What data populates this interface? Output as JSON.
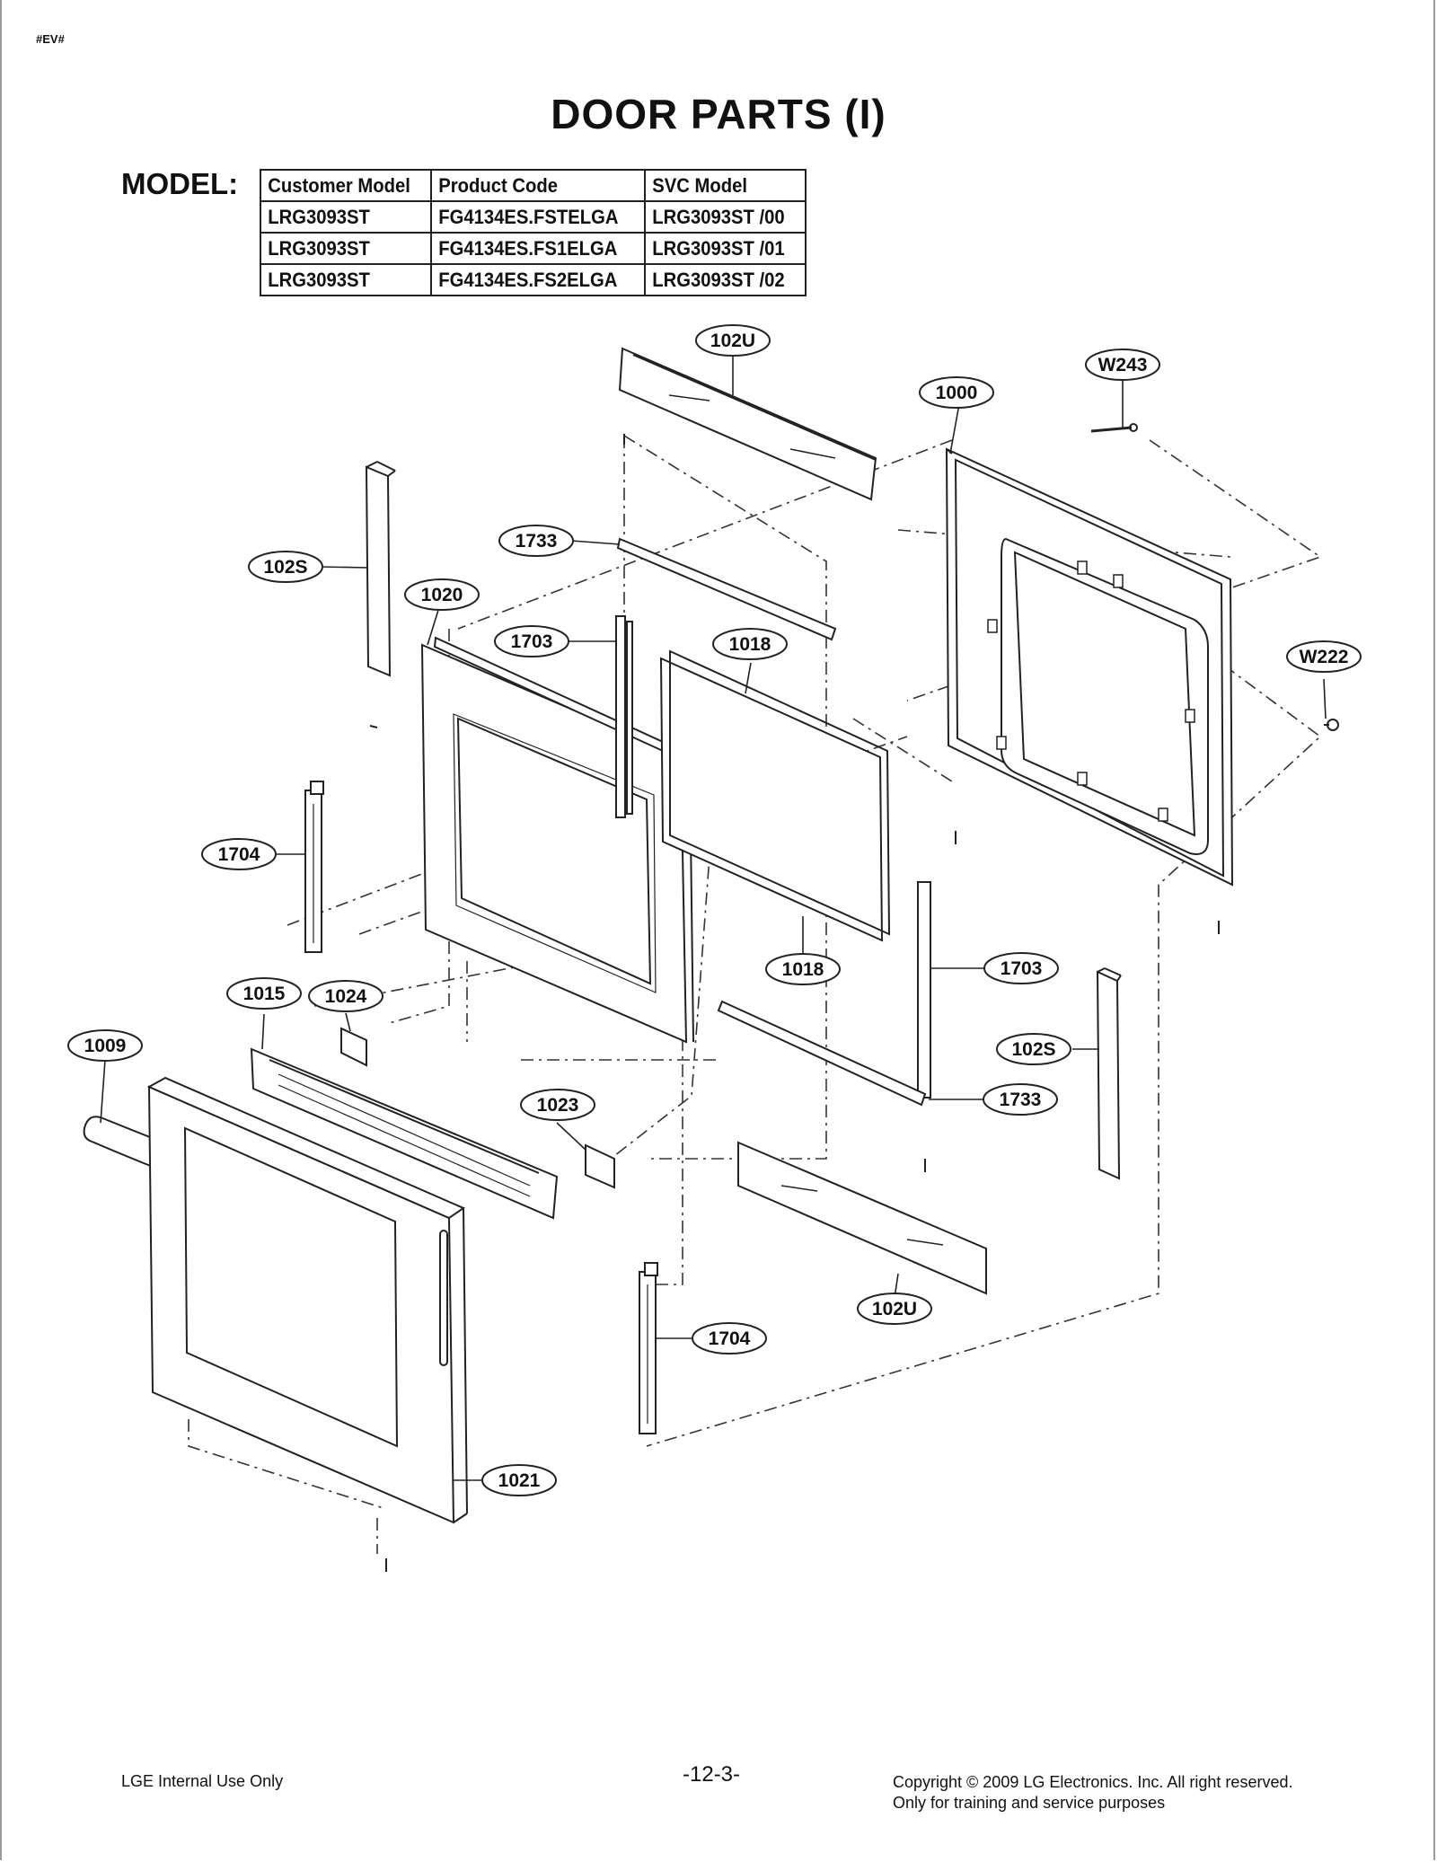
{
  "header": {
    "corner_mark": "#EV#",
    "title": "DOOR PARTS (I)"
  },
  "model_block": {
    "label": "MODEL:",
    "columns": [
      "Customer Model",
      "Product Code",
      "SVC Model"
    ],
    "rows": [
      [
        "LRG3093ST",
        "FG4134ES.FSTELGA",
        "LRG3093ST /00"
      ],
      [
        "LRG3093ST",
        "FG4134ES.FS1ELGA",
        "LRG3093ST /01"
      ],
      [
        "LRG3093ST",
        "FG4134ES.FS2ELGA",
        "LRG3093ST /02"
      ]
    ]
  },
  "callouts": {
    "c102u_top": "102U",
    "w243": "W243",
    "c1000": "1000",
    "c1733_top": "1733",
    "c102s_left": "102S",
    "c1020": "1020",
    "c1703_top": "1703",
    "c1018_top": "1018",
    "w222": "W222",
    "c1704_left": "1704",
    "c1018_bottom": "1018",
    "c1703_right": "1703",
    "c1015": "1015",
    "c1024": "1024",
    "c1009": "1009",
    "c102s_right": "102S",
    "c1733_bottom": "1733",
    "c1023": "1023",
    "c102u_bottom": "102U",
    "c1704_bottom": "1704",
    "c1021": "1021"
  },
  "footer": {
    "left": "LGE Internal Use Only",
    "page": "-12-3-",
    "copyright_line1": "Copyright © 2009 LG Electronics. Inc. All right reserved.",
    "copyright_line2": "Only for training and service purposes"
  }
}
